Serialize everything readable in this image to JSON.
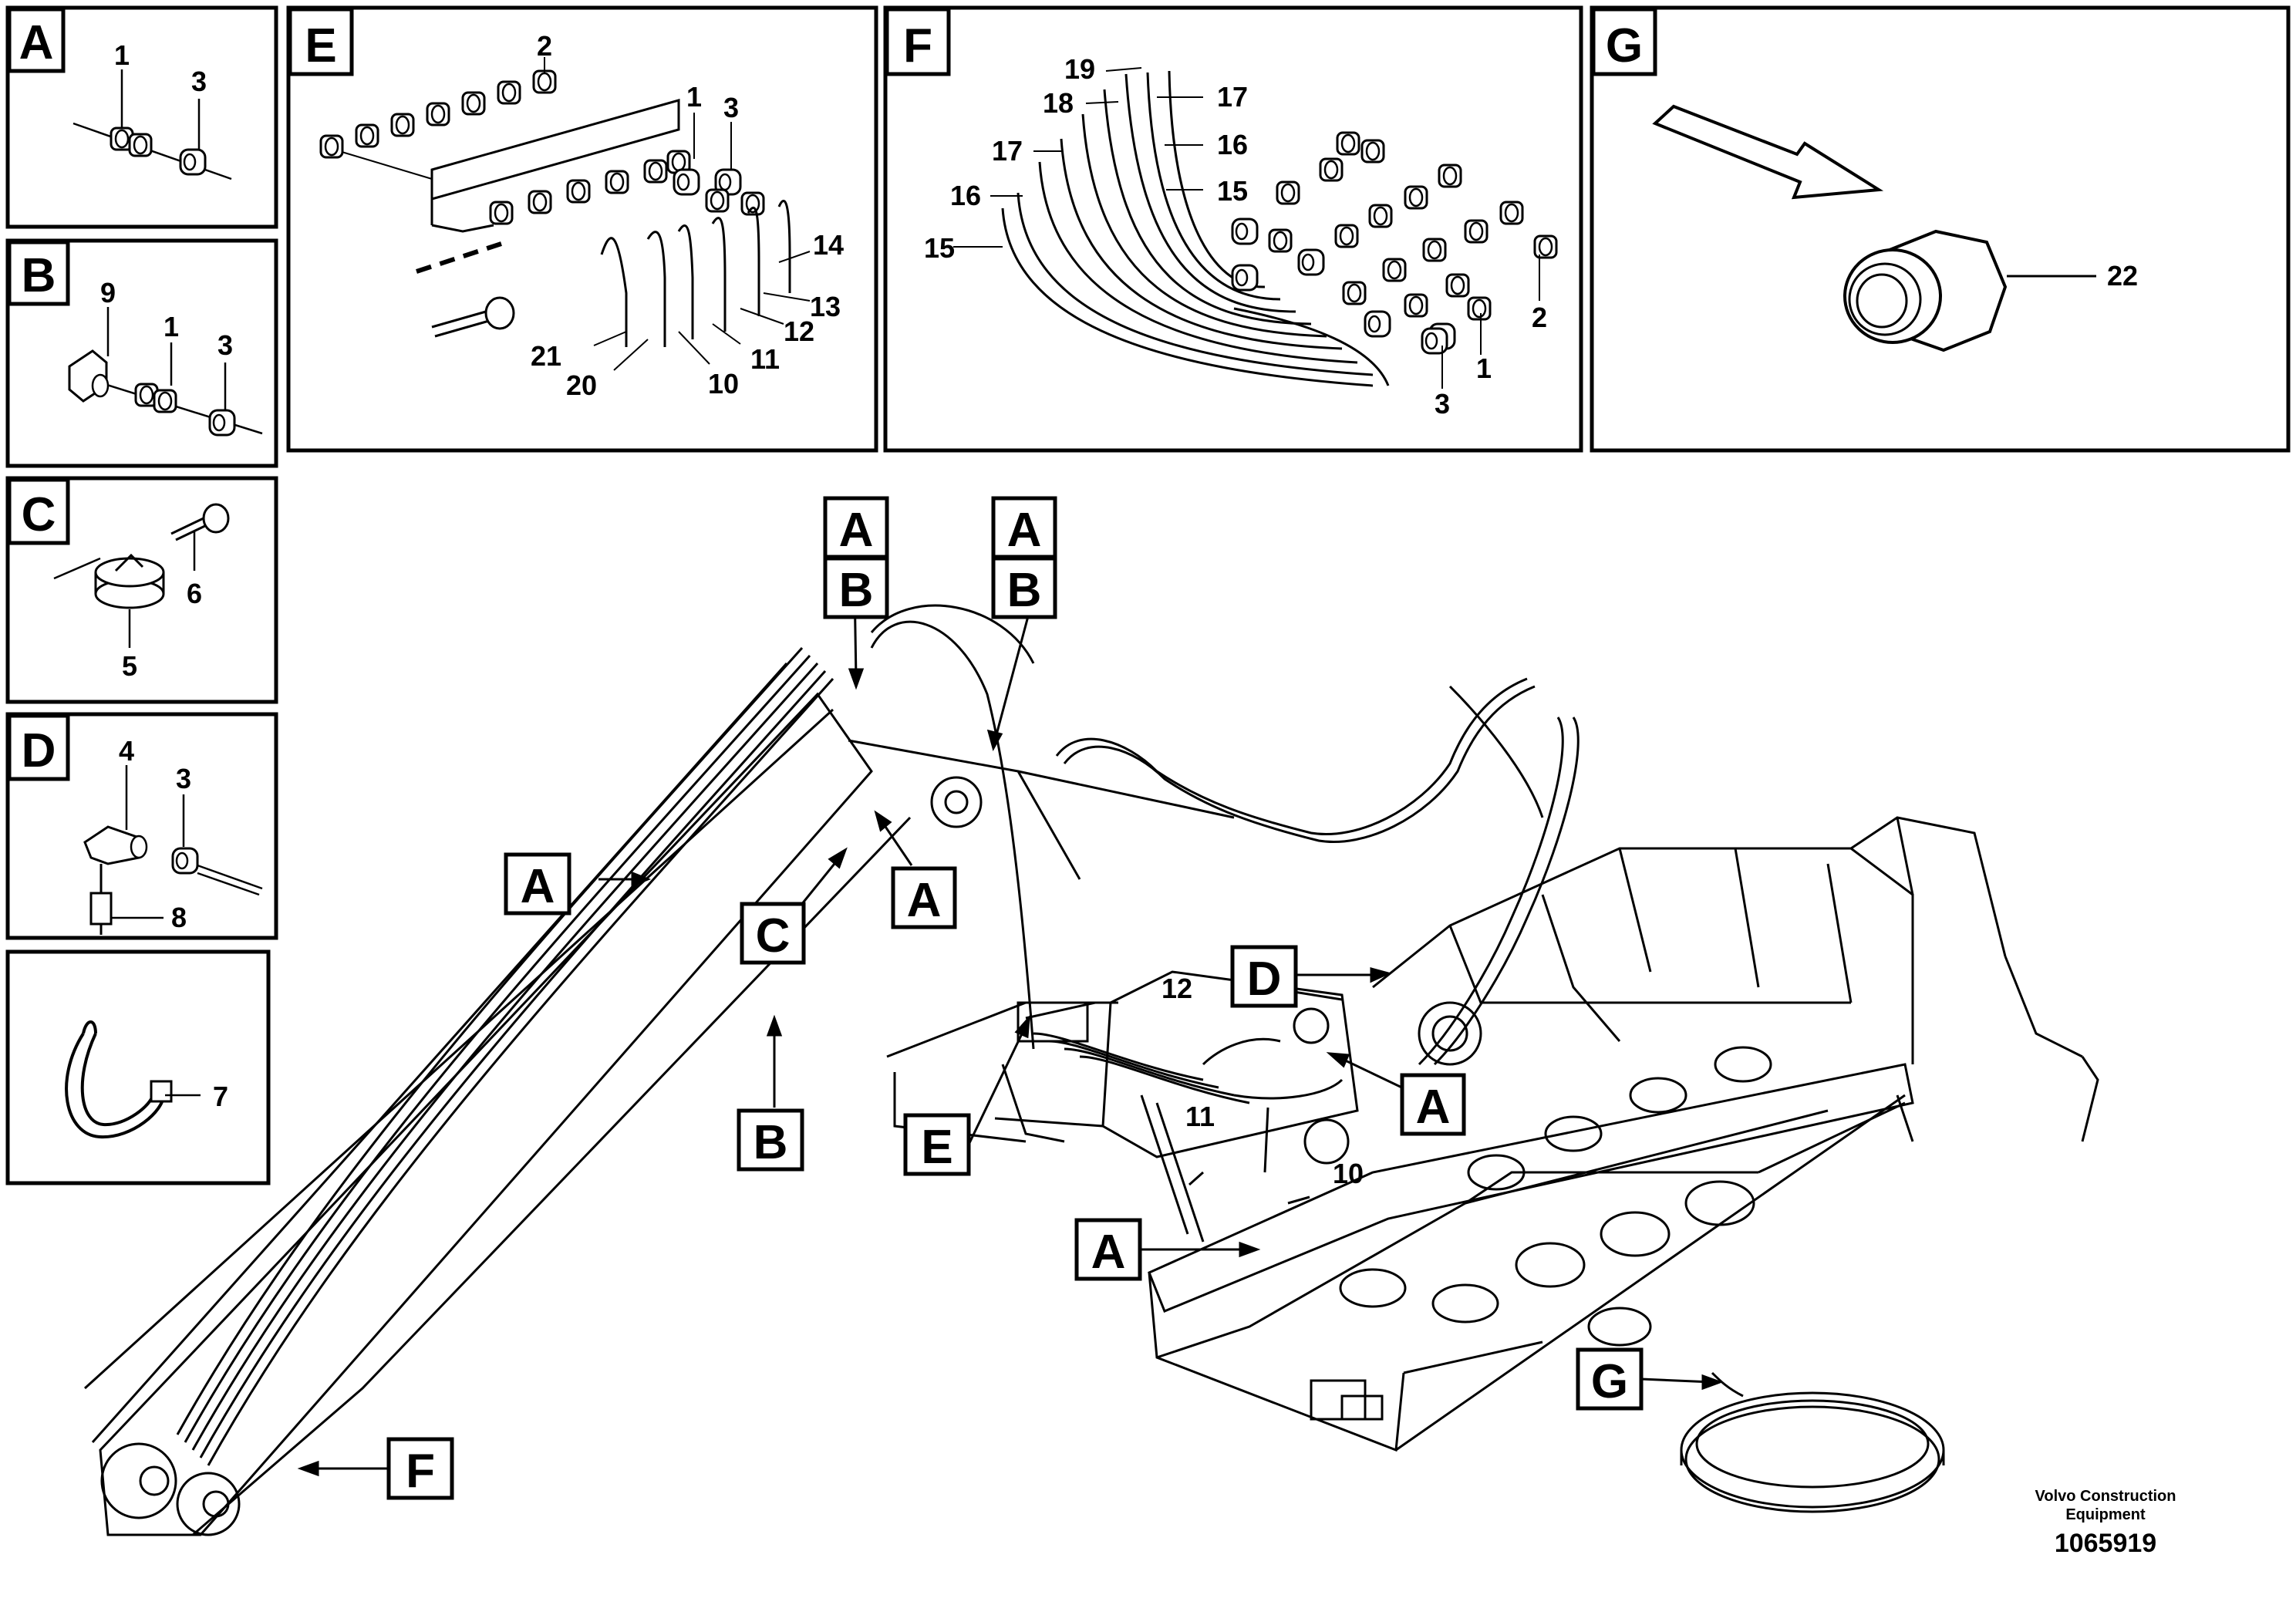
{
  "panels": {
    "A": {
      "tag": "A",
      "parts": [
        "1",
        "3"
      ]
    },
    "B": {
      "tag": "B",
      "parts": [
        "9",
        "1",
        "3"
      ]
    },
    "C": {
      "tag": "C",
      "parts": [
        "6",
        "5"
      ]
    },
    "D": {
      "tag": "D",
      "parts": [
        "4",
        "3",
        "8"
      ]
    },
    "clip": {
      "parts": [
        "7"
      ]
    },
    "E": {
      "tag": "E",
      "parts": [
        "2",
        "1",
        "3",
        "14",
        "13",
        "12",
        "11",
        "10",
        "21",
        "20"
      ]
    },
    "F": {
      "tag": "F",
      "parts": [
        "19",
        "18",
        "17",
        "16",
        "15",
        "17",
        "16",
        "15",
        "2",
        "1",
        "3"
      ]
    },
    "G": {
      "tag": "G",
      "parts": [
        "22"
      ]
    }
  },
  "main_callouts": [
    {
      "tag": "A"
    },
    {
      "tag": "B"
    },
    {
      "tag": "A"
    },
    {
      "tag": "B"
    },
    {
      "tag": "A"
    },
    {
      "tag": "C"
    },
    {
      "tag": "A"
    },
    {
      "tag": "B"
    },
    {
      "tag": "D"
    },
    {
      "tag": "A"
    },
    {
      "tag": "E"
    },
    {
      "tag": "A"
    },
    {
      "tag": "F"
    },
    {
      "tag": "G"
    }
  ],
  "main_parts": [
    "12",
    "11",
    "10"
  ],
  "footer": {
    "company_line1": "Volvo Construction",
    "company_line2": "Equipment",
    "doc_number": "1065919"
  }
}
